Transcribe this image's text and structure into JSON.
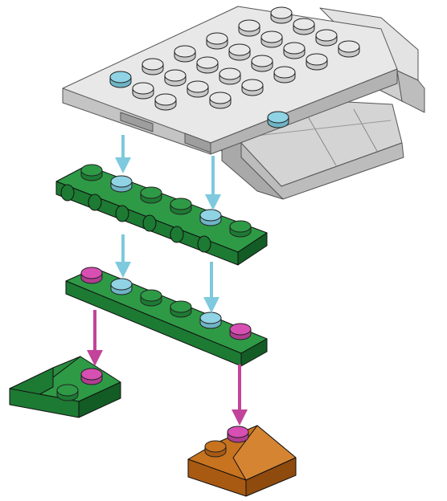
{
  "colors": {
    "grey_top": "#e8e8e8",
    "grey_side": "#c9c9c9",
    "grey_dark": "#a9a9a9",
    "green_top": "#2e9a46",
    "green_side": "#1d7a33",
    "green_dark": "#135c25",
    "orange_top": "#c8731f",
    "orange_side": "#a85a12",
    "stud_blue": "#8fd3e4",
    "stud_pink": "#d84fb3",
    "arrow_blue": "#7ec9de",
    "arrow_pink": "#c2439a",
    "outline": "#222222"
  },
  "parts": [
    {
      "name": "grey-wedge-plate",
      "color": "grey"
    },
    {
      "name": "green-hinge-plate",
      "color": "green"
    },
    {
      "name": "green-plate-1x6",
      "color": "green"
    },
    {
      "name": "green-slope-left",
      "color": "green"
    },
    {
      "name": "orange-slope-right",
      "color": "orange"
    }
  ],
  "arrows": [
    {
      "name": "arrow-blue-1",
      "color": "blue"
    },
    {
      "name": "arrow-blue-2",
      "color": "blue"
    },
    {
      "name": "arrow-blue-3",
      "color": "blue"
    },
    {
      "name": "arrow-blue-4",
      "color": "blue"
    },
    {
      "name": "arrow-pink-1",
      "color": "pink"
    },
    {
      "name": "arrow-pink-2",
      "color": "pink"
    }
  ]
}
